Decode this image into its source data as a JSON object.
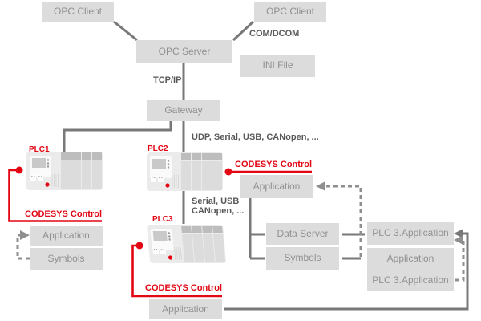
{
  "colors": {
    "accent_red": "#e30613",
    "connector_gray": "#787878",
    "dashed_gray": "#8f8f8f",
    "box_fill": "#dcdcdc",
    "box_text": "#919191",
    "edge_label_text": "#595959"
  },
  "nodes": {
    "opc_client_left": {
      "label": "OPC Client"
    },
    "opc_client_right": {
      "label": "OPC Client"
    },
    "opc_server": {
      "label": "OPC Server"
    },
    "ini_file": {
      "label": "INI File"
    },
    "gateway": {
      "label": "Gateway"
    },
    "plc2_application": {
      "label": "Application"
    },
    "data_server": {
      "label": "Data Server"
    },
    "plc2_symbols": {
      "label": "Symbols"
    },
    "plc1_application": {
      "label": "Application"
    },
    "plc1_symbols": {
      "label": "Symbols"
    },
    "plc3_application_remote": {
      "label": "PLC 3.Application"
    },
    "plc3_stack_application": {
      "label": "Application"
    },
    "plc3_stack_plc3_application": {
      "label": "PLC 3.Application"
    },
    "plc3_application_bottom": {
      "label": "Application"
    }
  },
  "devices": {
    "plc1": {
      "label": "PLC1"
    },
    "plc2": {
      "label": "PLC2"
    },
    "plc3": {
      "label": "PLC3"
    }
  },
  "edge_labels": {
    "com_dcom": "COM/DCOM",
    "tcp_ip": "TCP/IP",
    "gateway_bus": "UDP, Serial, USB, CANopen, ...",
    "plc2_plc3_bus_line1": "Serial, USB",
    "plc2_plc3_bus_line2": "CANopen, ...",
    "codesys_plc1": "CODESYS Control",
    "codesys_plc2": "CODESYS Control",
    "codesys_plc3": "CODESYS Control"
  }
}
